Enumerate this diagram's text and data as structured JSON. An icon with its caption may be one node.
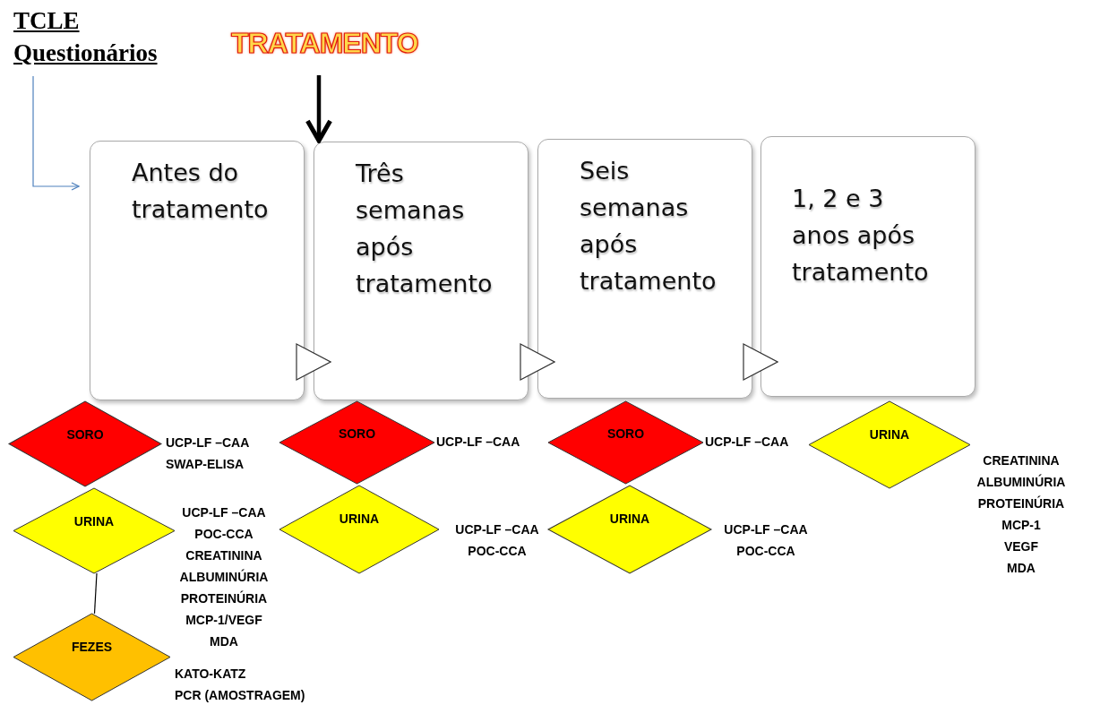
{
  "diagram": {
    "nodes": [
      {
        "text": [
          "TCLE",
          "Questionários"
        ]
      },
      {
        "text": [
          "TRATAMENTO"
        ]
      },
      {
        "text": [
          "Antes do tratamento"
        ]
      },
      {
        "text": [
          "Três semanas após tratamento"
        ]
      },
      {
        "text": [
          "Seis semanas após tratamento"
        ]
      },
      {
        "text": [
          "1, 2 e 3 anos após tratamento"
        ]
      },
      {
        "text": [
          "SORO"
        ],
        "beside": [
          "UCP-LF –CAA",
          "SWAP-ELISA"
        ]
      },
      {
        "text": [
          "URINA"
        ],
        "beside": [
          "UCP-LF –CAA",
          "POC-CCA",
          "CREATININA",
          "ALBUMINÚRIA",
          "PROTEINÚRIA",
          "MCP-1/VEGF",
          "MDA"
        ]
      },
      {
        "text": [
          "FEZES"
        ],
        "beside": [
          "KATO-KATZ",
          "PCR (AMOSTRAGEM)"
        ]
      },
      {
        "text": [
          "SORO"
        ],
        "beside": [
          "UCP-LF –CAA"
        ]
      },
      {
        "text": [
          "URINA"
        ],
        "beside": [
          "UCP-LF –CAA",
          "POC-CCA"
        ]
      },
      {
        "text": [
          "SORO"
        ],
        "beside": [
          "UCP-LF –CAA"
        ]
      },
      {
        "text": [
          "URINA"
        ],
        "beside": [
          "UCP-LF –CAA",
          "POC-CCA"
        ]
      },
      {
        "text": [
          "URINA"
        ],
        "beside": [
          "CREATININA",
          "ALBUMINÚRIA",
          "PROTEINÚRIA",
          "MCP-1",
          "VEGF",
          "MDA"
        ]
      }
    ],
    "edges": [
      {
        "from": 0,
        "to": 2,
        "arrow": "to",
        "color": "#4f81bd"
      },
      {
        "from": 1,
        "to": 3,
        "arrow": "to",
        "style": "thick"
      },
      {
        "from": 2,
        "to": 3,
        "arrow": "to"
      },
      {
        "from": 3,
        "to": 4,
        "arrow": "to"
      },
      {
        "from": 4,
        "to": 5,
        "arrow": "to"
      },
      {
        "from": 7,
        "to": 8,
        "arrow": "none"
      }
    ]
  }
}
